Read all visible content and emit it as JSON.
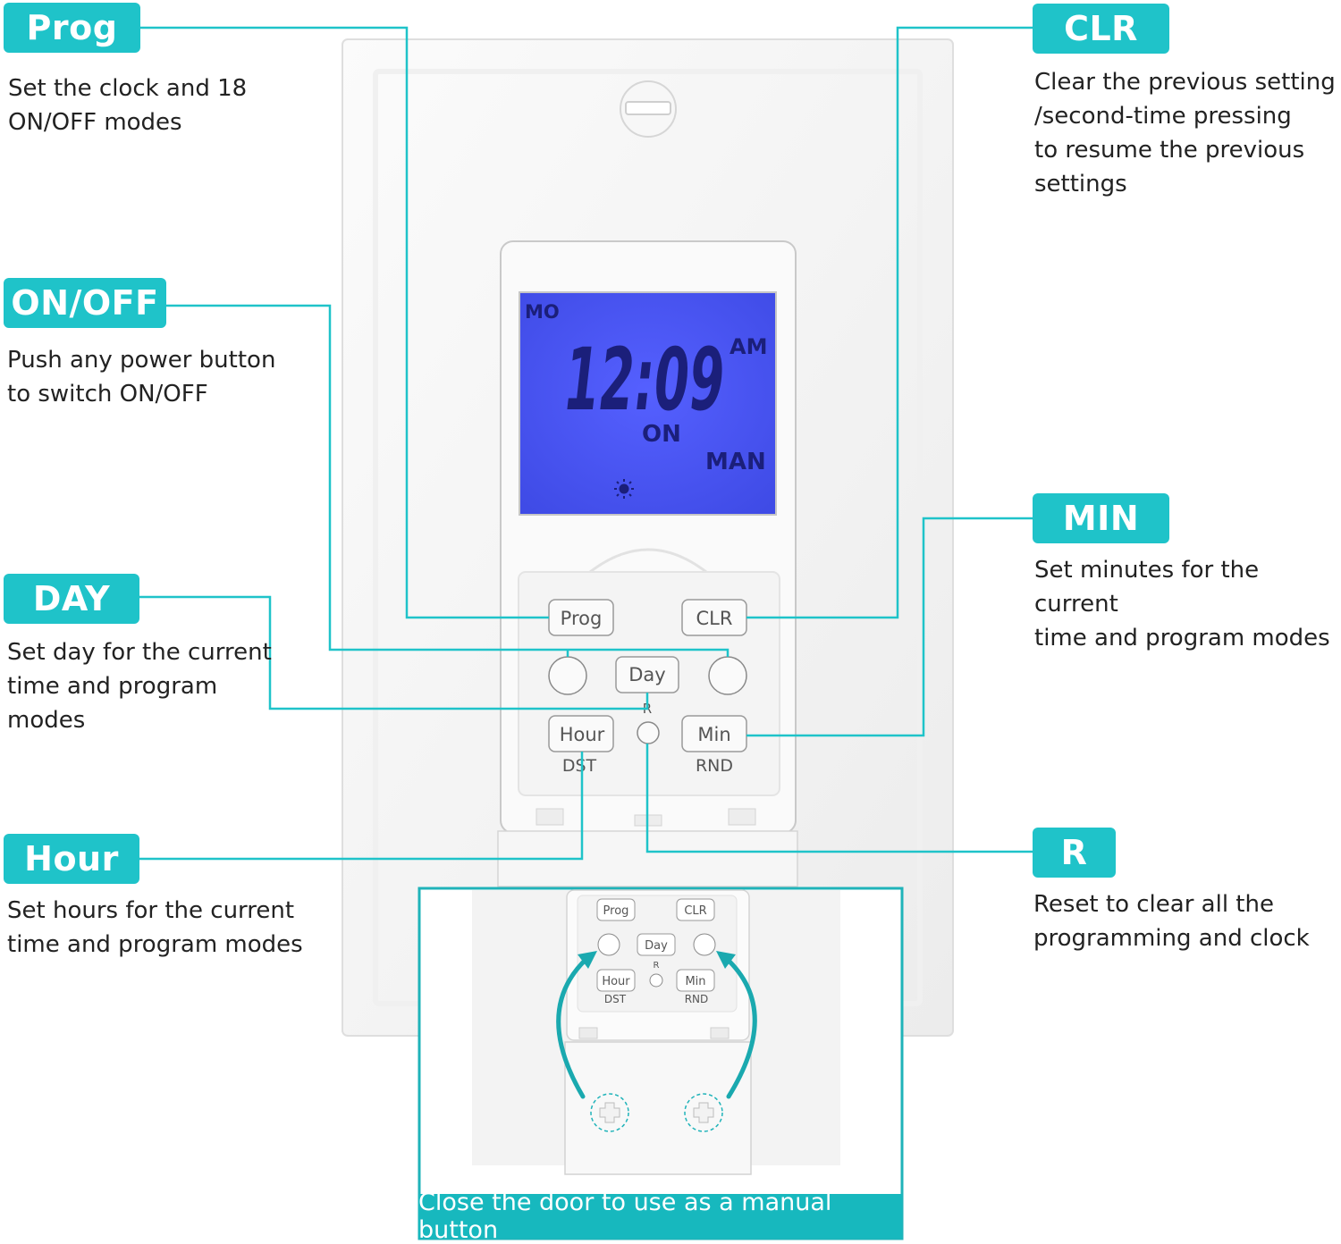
{
  "callouts": {
    "prog": {
      "tag": "Prog",
      "text": "Set the clock and 18\nON/OFF modes"
    },
    "onoff": {
      "tag": "ON/OFF",
      "text": "Push any power button\nto switch ON/OFF"
    },
    "day": {
      "tag": "DAY",
      "text": "Set day for the current\ntime and program\nmodes"
    },
    "hour": {
      "tag": "Hour",
      "text": "Set hours for the current\ntime and program modes"
    },
    "clr": {
      "tag": "CLR",
      "text": "Clear the previous setting\n/second-time pressing\nto resume the previous\nsettings"
    },
    "min": {
      "tag": "MIN",
      "text": "Set minutes for the current\ntime and program modes"
    },
    "r": {
      "tag": "R",
      "text": "Reset to clear all the\nprogramming and clock"
    }
  },
  "lcd": {
    "day": "MO",
    "time": "12:09",
    "ampm": "AM",
    "state": "ON",
    "mode": "MAN"
  },
  "buttons": {
    "prog": "Prog",
    "clr": "CLR",
    "day": "Day",
    "hour": "Hour",
    "min": "Min",
    "reset": "R",
    "dst": "DST",
    "rnd": "RND"
  },
  "inset_caption": "Close the door to use as a manual button",
  "colors": {
    "accent": "#1fc3c9",
    "lcd": "#4a55f0"
  }
}
